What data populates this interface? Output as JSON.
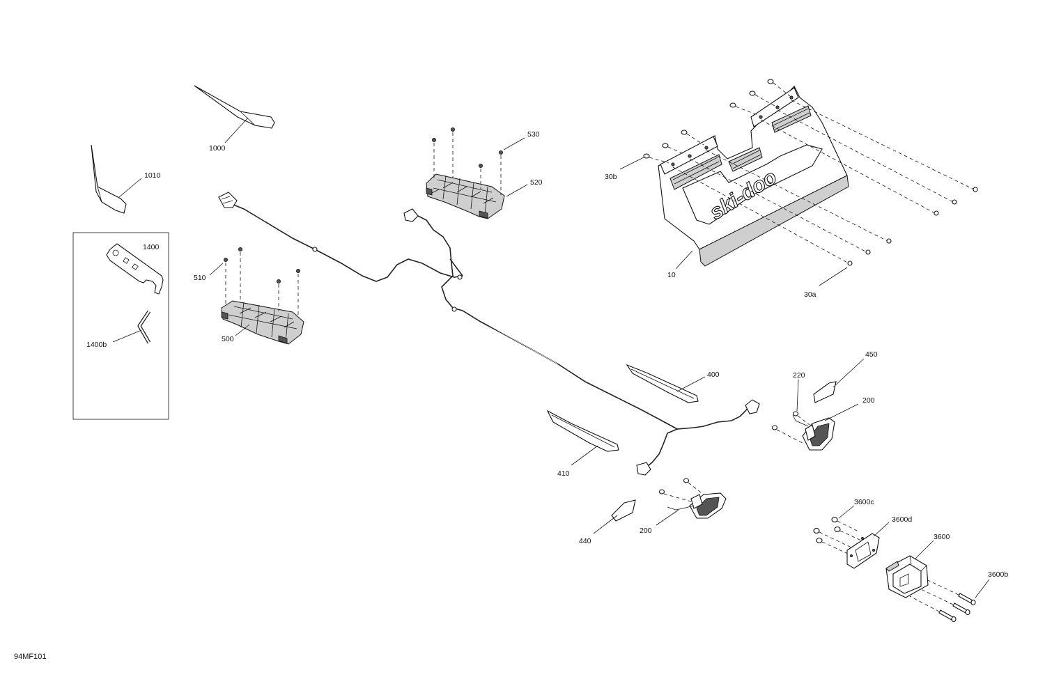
{
  "diagram_code": "94MF101",
  "logo_text": "ski-doo",
  "callouts": {
    "p1000": "1000",
    "p1010": "1010",
    "p1400": "1400",
    "p1400b": "1400b",
    "p530": "530",
    "p520": "520",
    "p510": "510",
    "p500": "500",
    "p30b": "30b",
    "p10": "10",
    "p30a": "30a",
    "p400": "400",
    "p410": "410",
    "p450": "450",
    "p220": "220",
    "p200a": "200",
    "p200b": "200",
    "p440": "440",
    "p3600c": "3600c",
    "p3600d": "3600d",
    "p3600": "3600",
    "p3600b": "3600b"
  }
}
